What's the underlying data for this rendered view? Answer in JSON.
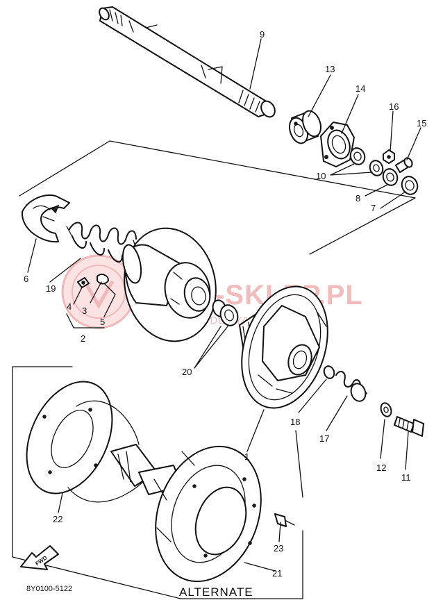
{
  "watermark": {
    "site": "YAMA-SKLEP.PL",
    "tagline": "WSZYSTKO DLA YAMAHA"
  },
  "callouts": [
    {
      "id": "9",
      "label": "9"
    },
    {
      "id": "13",
      "label": "13"
    },
    {
      "id": "14",
      "label": "14"
    },
    {
      "id": "16",
      "label": "16"
    },
    {
      "id": "15",
      "label": "15"
    },
    {
      "id": "10",
      "label": "10"
    },
    {
      "id": "8",
      "label": "8"
    },
    {
      "id": "7",
      "label": "7"
    },
    {
      "id": "6",
      "label": "6"
    },
    {
      "id": "19",
      "label": "19"
    },
    {
      "id": "4",
      "label": "4"
    },
    {
      "id": "3",
      "label": "3"
    },
    {
      "id": "5",
      "label": "5"
    },
    {
      "id": "2",
      "label": "2"
    },
    {
      "id": "20",
      "label": "20"
    },
    {
      "id": "1",
      "label": "1"
    },
    {
      "id": "18",
      "label": "18"
    },
    {
      "id": "17",
      "label": "17"
    },
    {
      "id": "12",
      "label": "12"
    },
    {
      "id": "11",
      "label": "11"
    },
    {
      "id": "22",
      "label": "22"
    },
    {
      "id": "23",
      "label": "23"
    },
    {
      "id": "21",
      "label": "21"
    }
  ],
  "fwd_label": "FWD",
  "drawing_code": "8Y0100-5122",
  "alternate_label": "ALTERNATE"
}
